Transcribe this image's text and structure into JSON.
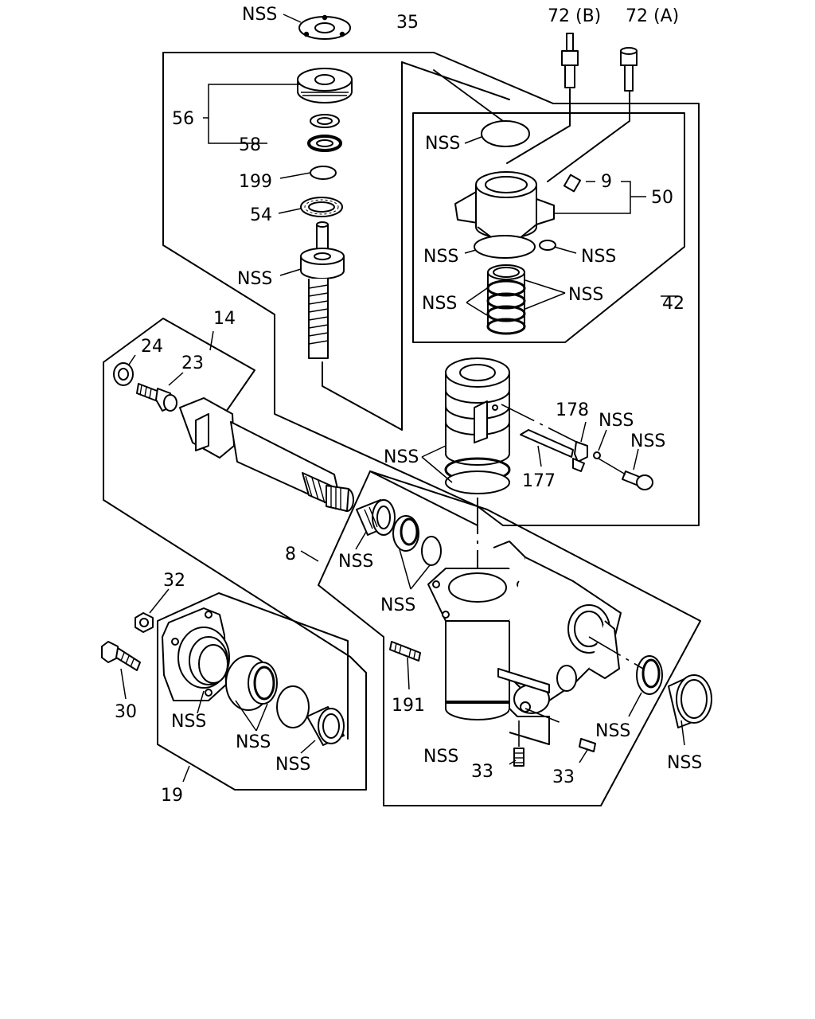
{
  "labels": {
    "nss_top": "NSS",
    "ref_35": "35",
    "ref_72b": "72 (B)",
    "ref_72a": "72 (A)",
    "ref_56": "56",
    "ref_58": "58",
    "nss_oring_top": "NSS",
    "ref_199": "199",
    "ref_9": "9",
    "ref_50": "50",
    "ref_54": "54",
    "nss_valve_left": "NSS",
    "nss_valve_right": "NSS",
    "nss_shaft": "NSS",
    "nss_rings_left": "NSS",
    "nss_rings_right": "NSS",
    "ref_42": "42",
    "ref_14": "14",
    "ref_24": "24",
    "ref_23": "23",
    "ref_178": "178",
    "nss_178a": "NSS",
    "nss_178b": "NSS",
    "nss_piston": "NSS",
    "ref_177": "177",
    "ref_8": "8",
    "nss_bearing": "NSS",
    "nss_seals": "NSS",
    "ref_32": "32",
    "ref_30": "30",
    "ref_191": "191",
    "nss_cover": "NSS",
    "nss_cover_rings": "NSS",
    "nss_cover_bearing": "NSS",
    "nss_housing": "NSS",
    "ref_33a": "33",
    "ref_33b": "33",
    "nss_side_seal": "NSS",
    "nss_side_cap": "NSS",
    "ref_19": "19"
  }
}
